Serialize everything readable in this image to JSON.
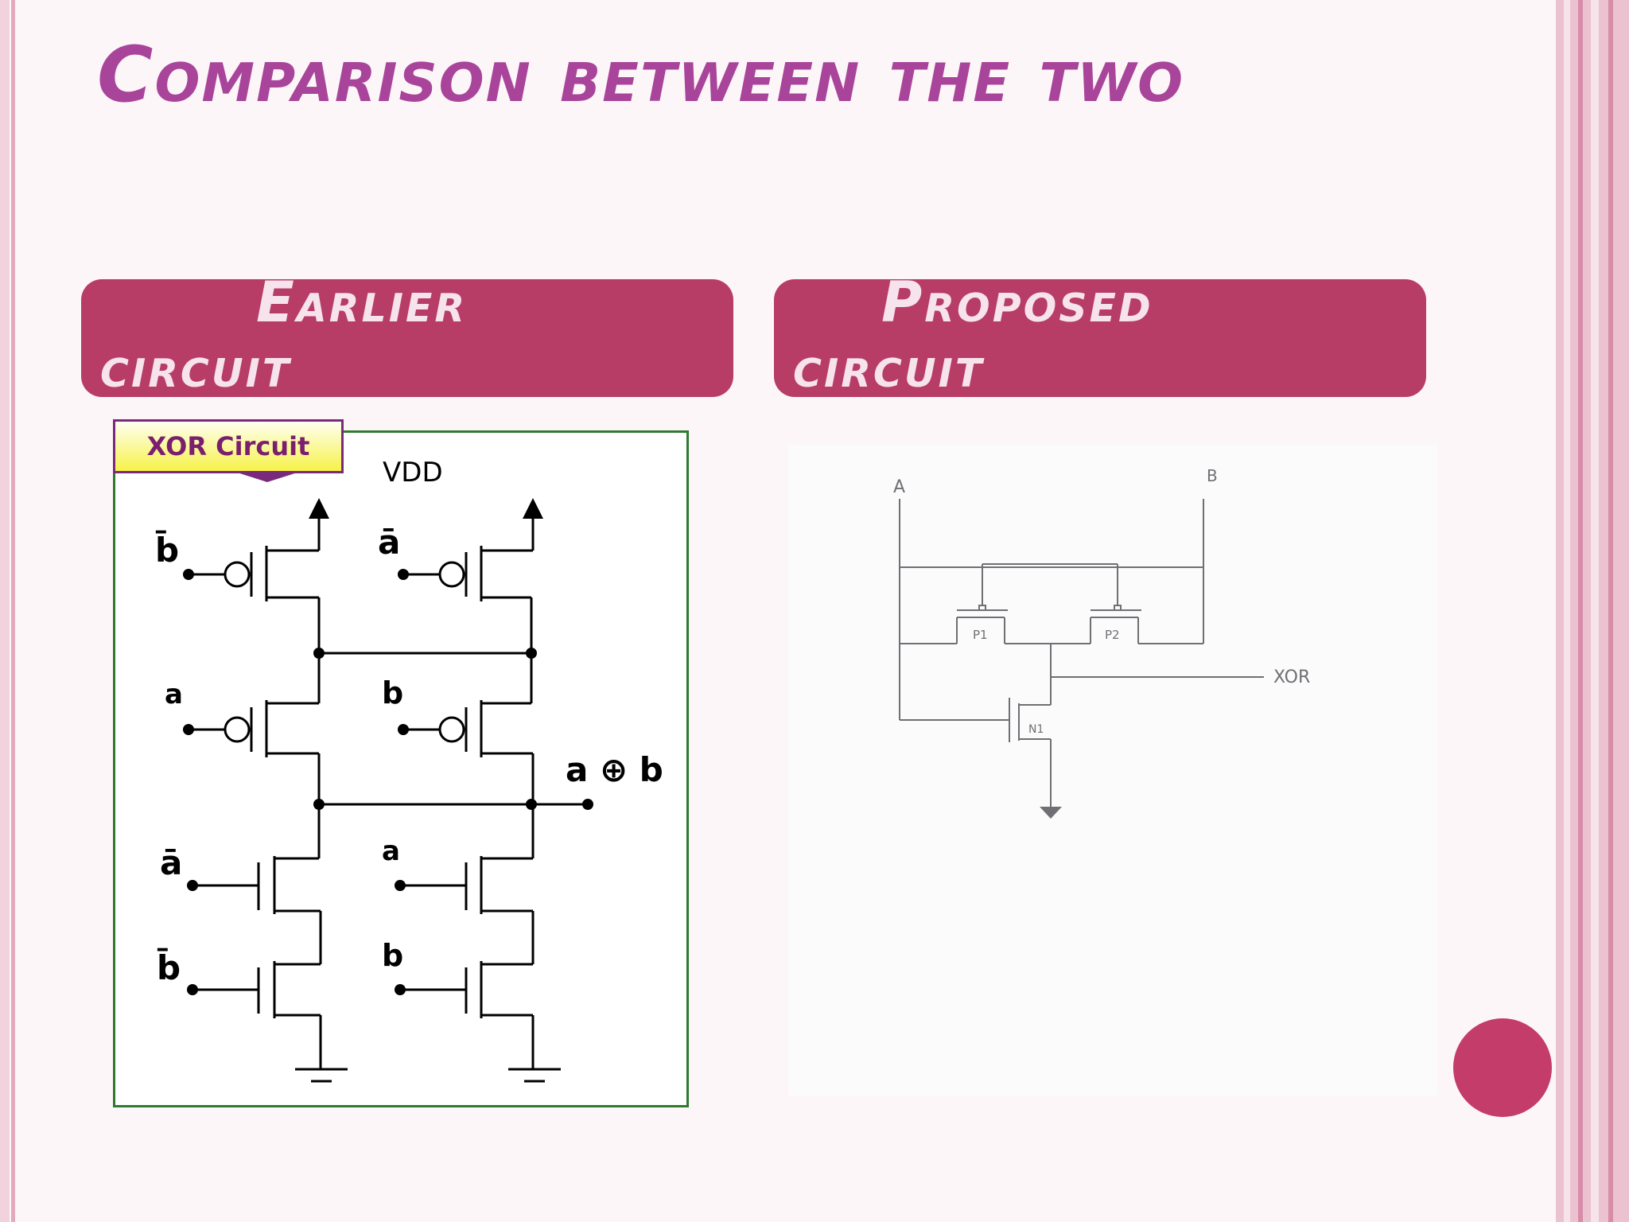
{
  "slide": {
    "title": "Comparison between the two",
    "left_header": {
      "line1": "Earlier",
      "line2": "circuit"
    },
    "right_header": {
      "line1": "Proposed",
      "line2": "circuit"
    }
  },
  "left_diagram": {
    "callout": "XOR Circuit",
    "supply_label": "VDD",
    "output_label": "a ⊕ b",
    "pmos_inputs": [
      "b̄",
      "ā",
      "a",
      "b"
    ],
    "nmos_inputs": [
      "ā",
      "a",
      "b̄",
      "b"
    ]
  },
  "right_diagram": {
    "input_a": "A",
    "input_b": "B",
    "p1_label": "P1",
    "p2_label": "P2",
    "n1_label": "N1",
    "output_label": "XOR"
  },
  "colors": {
    "title": "#a9449b",
    "header_fill": "#b73c66",
    "header_text": "#f6e3ec",
    "panel_border": "#2e7a2e",
    "callout_fill": "#f6f24a",
    "accent_circle": "#c43c6a"
  }
}
